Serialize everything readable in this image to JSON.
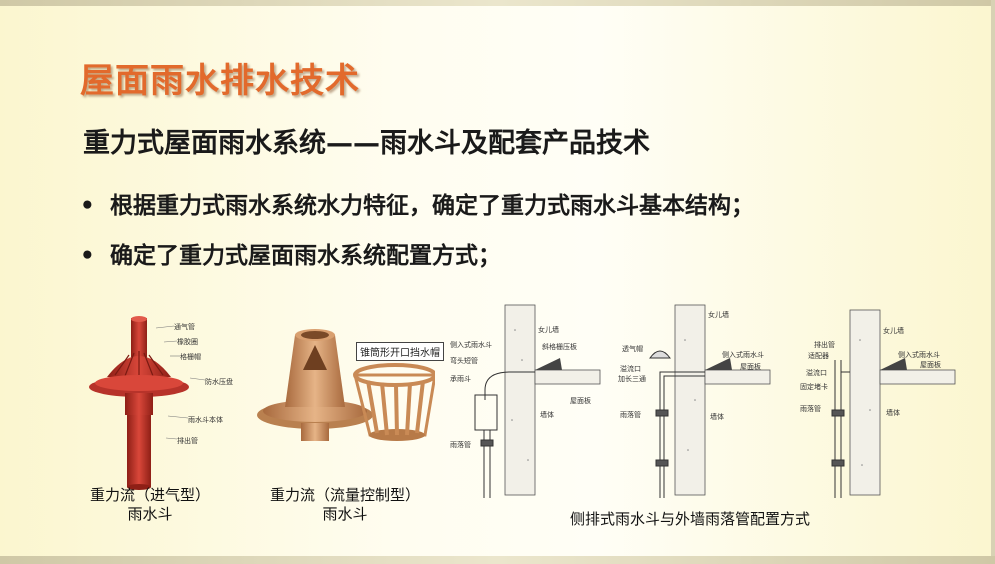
{
  "slide": {
    "title": "屋面雨水排水技术",
    "subtitle": "重力式屋面雨水系统——雨水斗及配套产品技术",
    "bullets": [
      "根据重力式雨水系统水力特征，确定了重力式雨水斗基本结构；",
      "确定了重力式屋面雨水系统配置方式；"
    ],
    "bullet_marker": "•"
  },
  "figure1": {
    "parts": [
      "通气管",
      "橡胶圈",
      "格栅帽",
      "防水压盘",
      "雨水斗本体",
      "排出管"
    ],
    "caption_line1": "重力流（进气型）",
    "caption_line2": "雨水斗"
  },
  "figure2": {
    "tag": "锥筒形开口挡水帽",
    "caption_line1": "重力流（流量控制型）",
    "caption_line2": "雨水斗"
  },
  "figure3": {
    "caption": "侧排式雨水斗与外墙雨落管配置方式",
    "panel1_labels": [
      "女儿墙",
      "侧入式雨水斗",
      "斜格栅压板",
      "弯头短管",
      "承雨斗",
      "屋面板",
      "墙体",
      "雨落管"
    ],
    "panel2_labels": [
      "女儿墙",
      "透气帽",
      "溢流口",
      "加长三通",
      "侧入式雨水斗",
      "屋面板",
      "雨落管",
      "墙体"
    ],
    "panel3_labels": [
      "女儿墙",
      "排出管",
      "适配器",
      "溢流口",
      "固定堵卡",
      "侧入式雨水斗",
      "屋面板",
      "雨落管",
      "墙体"
    ]
  },
  "colors": {
    "title": "#e26a2c",
    "drain_red": "#c0392b",
    "drain_bronze": "#c98a55"
  }
}
